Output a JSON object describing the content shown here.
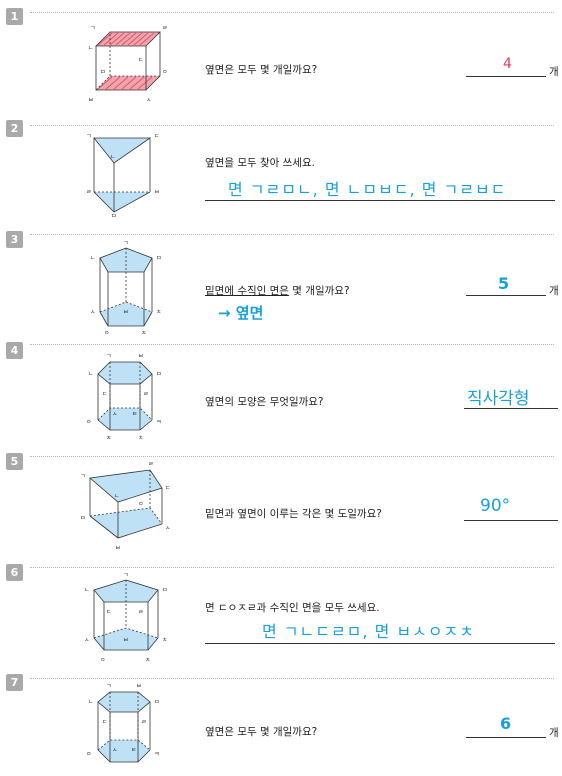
{
  "problems": [
    {
      "num": "1",
      "question": "옆면은 모두 몇 개일까요?",
      "answer": "4",
      "unit": "개",
      "labels": {
        "top": "ㄱ",
        "topright": "ㄹ",
        "left": "ㄴ",
        "mid1": "ㅁ",
        "mid2": "ㄷ",
        "right": "ㅇ",
        "bl": "ㅂ",
        "br": "ㅅ"
      }
    },
    {
      "num": "2",
      "question": "옆면을 모두 찾아 쓰세요.",
      "answer": "면 ㄱㄹㅁㄴ, 면 ㄴㅁㅂㄷ, 면 ㄱㄹㅂㄷ",
      "labels": {
        "a": "ㄱ",
        "b": "ㄷ",
        "c": "ㄴ",
        "d": "ㄹ",
        "e": "ㅂ",
        "f": "ㅁ"
      }
    },
    {
      "num": "3",
      "question": "밑면에 수직인 면은 몇 개일까요?",
      "question_underlined": "밑면에 수직인 면은",
      "question_rest": " 몇 개일까요?",
      "note": "→ 옆면",
      "answer": "5",
      "unit": "개",
      "labels": {
        "a": "ㄱ",
        "b": "ㄴ",
        "c": "ㅁ",
        "d": "ㅅ",
        "e": "ㅂ",
        "f": "ㅊ",
        "g": "ㅇ",
        "h": "ㅈ"
      }
    },
    {
      "num": "4",
      "question": "옆면의 모양은 무엇일까요?",
      "answer": "직사각형",
      "labels": {
        "a": "ㄱ",
        "b": "ㅂ",
        "c": "ㄴ",
        "d": "ㅁ",
        "e": "ㄷ",
        "f": "ㄹ",
        "g": "ㅅ",
        "h": "ㅌ",
        "i": "ㅇ",
        "j": "ㅋ",
        "k": "ㅈ",
        "l": "ㅊ"
      }
    },
    {
      "num": "5",
      "question": "밑면과 옆면이 이루는 각은 몇 도일까요?",
      "answer": "90°",
      "labels": {
        "a": "ㄹ",
        "b": "ㄱ",
        "c": "ㄷ",
        "d": "ㄴ",
        "e": "ㅇ",
        "f": "ㅁ",
        "g": "ㅅ",
        "h": "ㅂ"
      }
    },
    {
      "num": "6",
      "question": "면 ㄷㅇㅈㄹ과 수직인 면을 모두 쓰세요.",
      "answer": "면 ㄱㄴㄷㄹㅁ, 면 ㅂㅅㅇㅈㅊ",
      "labels": {
        "a": "ㄱ",
        "b": "ㄴ",
        "c": "ㅁ",
        "d": "ㄷ",
        "e": "ㄹ",
        "f": "ㅅ",
        "g": "ㅂ",
        "h": "ㅊ",
        "i": "ㅇ",
        "j": "ㅈ"
      }
    },
    {
      "num": "7",
      "question": "옆면은 모두 몇 개일까요?",
      "answer": "6",
      "unit": "개",
      "labels": {
        "a": "ㄱ",
        "b": "ㅂ",
        "c": "ㄴ",
        "d": "ㅁ",
        "e": "ㄷ",
        "f": "ㄹ",
        "g": "ㅅ",
        "h": "ㅌ",
        "i": "ㅇ",
        "j": "ㅋ"
      }
    }
  ],
  "colors": {
    "face_fill": "#bfe1f5",
    "red_hatch": "#e05566",
    "answer_blue": "#1a9fd8",
    "answer_red": "#e03a55"
  }
}
